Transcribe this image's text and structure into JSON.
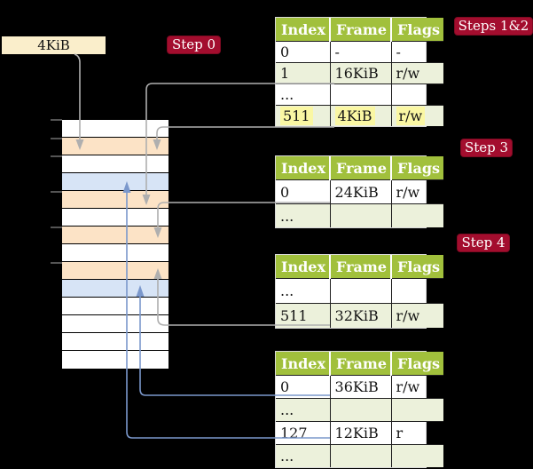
{
  "frame_label": "4KiB",
  "badges": {
    "step0": "Step 0",
    "steps12": "Steps 1&2",
    "step3": "Step 3",
    "step4": "Step 4"
  },
  "tables": [
    {
      "id": "level-1",
      "headers": [
        "Index",
        "Frame",
        "Flags"
      ],
      "rows": [
        {
          "cells": [
            "0",
            "-",
            "-"
          ],
          "shaded": false,
          "highlight": false
        },
        {
          "cells": [
            "1",
            "16KiB",
            "r/w"
          ],
          "shaded": true,
          "highlight": false
        },
        {
          "cells": [
            "...",
            "",
            ""
          ],
          "shaded": false,
          "highlight": false
        },
        {
          "cells": [
            "511",
            "4KiB",
            "r/w"
          ],
          "shaded": true,
          "highlight": true
        }
      ]
    },
    {
      "id": "level-2",
      "headers": [
        "Index",
        "Frame",
        "Flags"
      ],
      "rows": [
        {
          "cells": [
            "0",
            "24KiB",
            "r/w"
          ],
          "shaded": false,
          "highlight": false
        },
        {
          "cells": [
            "...",
            "",
            ""
          ],
          "shaded": true,
          "highlight": false
        }
      ]
    },
    {
      "id": "level-3",
      "headers": [
        "Index",
        "Frame",
        "Flags"
      ],
      "rows": [
        {
          "cells": [
            "...",
            "",
            ""
          ],
          "shaded": false,
          "highlight": false
        },
        {
          "cells": [
            "511",
            "32KiB",
            "r/w"
          ],
          "shaded": true,
          "highlight": false
        }
      ]
    },
    {
      "id": "level-4",
      "headers": [
        "Index",
        "Frame",
        "Flags"
      ],
      "rows": [
        {
          "cells": [
            "0",
            "36KiB",
            "r/w"
          ],
          "shaded": false,
          "highlight": false
        },
        {
          "cells": [
            "...",
            "",
            ""
          ],
          "shaded": true,
          "highlight": false
        },
        {
          "cells": [
            "127",
            "12KiB",
            "r"
          ],
          "shaded": false,
          "highlight": false
        },
        {
          "cells": [
            "...",
            "",
            ""
          ],
          "shaded": true,
          "highlight": false
        }
      ]
    }
  ],
  "memory": {
    "rows": [
      "white",
      "peach",
      "white",
      "blue",
      "peach",
      "white",
      "peach",
      "white",
      "peach",
      "blue",
      "white",
      "white",
      "white",
      "white"
    ]
  },
  "colors": {
    "badge_red": "#a30d2e",
    "badge_border": "#7e0a22",
    "header_green": "#a1c03c",
    "row_green": "#ecf1db",
    "highlight_yellow": "#faf7a3",
    "peach": "#fce3c6",
    "blue_row": "#d7e4f6",
    "arrow_gray": "#afafaf",
    "arrow_blue": "#7b98cc",
    "label_cream": "#faeecb"
  }
}
